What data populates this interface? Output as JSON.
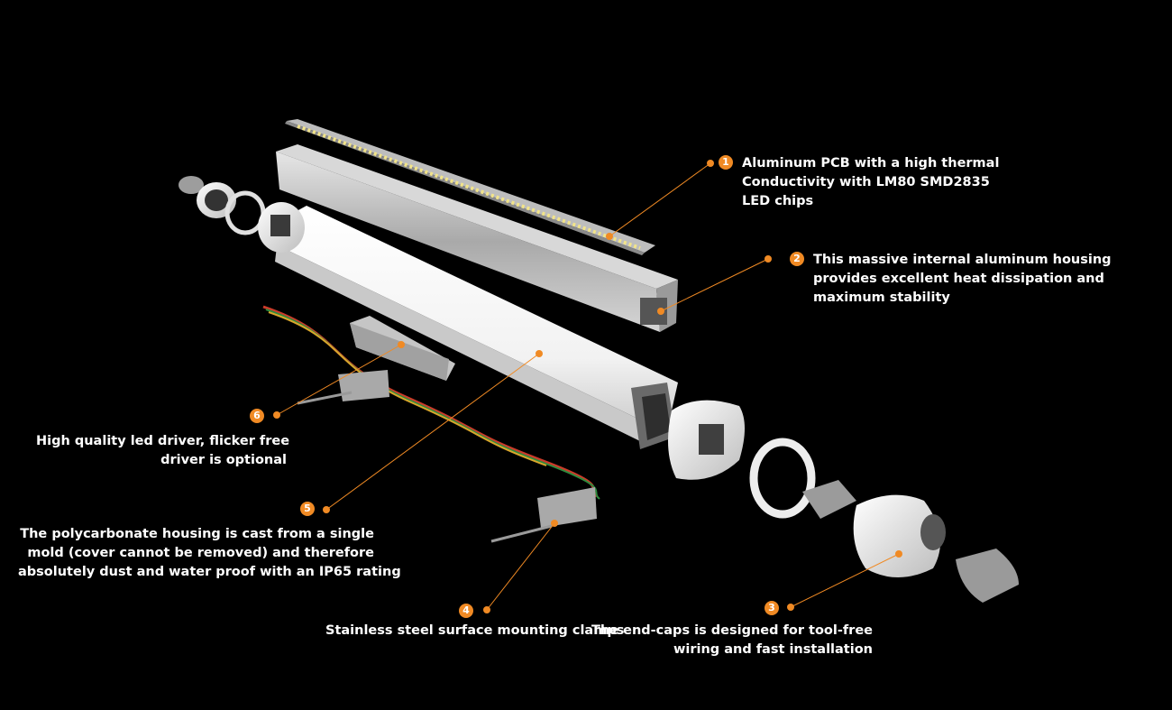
{
  "accent_color": "#f08a24",
  "callouts": [
    {
      "number": "1",
      "lines": [
        "Aluminum PCB with a high thermal",
        "Conductivity with LM80 SMD2835",
        "LED chips"
      ]
    },
    {
      "number": "2",
      "lines": [
        "This massive internal aluminum housing",
        "provides excellent heat dissipation and",
        "maximum stability"
      ]
    },
    {
      "number": "3",
      "lines": [
        "The end-caps is designed for tool-free",
        "wiring and fast installation"
      ]
    },
    {
      "number": "4",
      "lines": [
        "Stainless steel surface mounting clamps"
      ]
    },
    {
      "number": "5",
      "lines": [
        "The polycarbonate housing is cast from a single",
        "mold (cover cannot be removed) and therefore",
        "absolutely dust and water proof with an IP65 rating"
      ]
    },
    {
      "number": "6",
      "lines": [
        "High quality led driver, flicker free",
        "driver is optional"
      ]
    }
  ]
}
